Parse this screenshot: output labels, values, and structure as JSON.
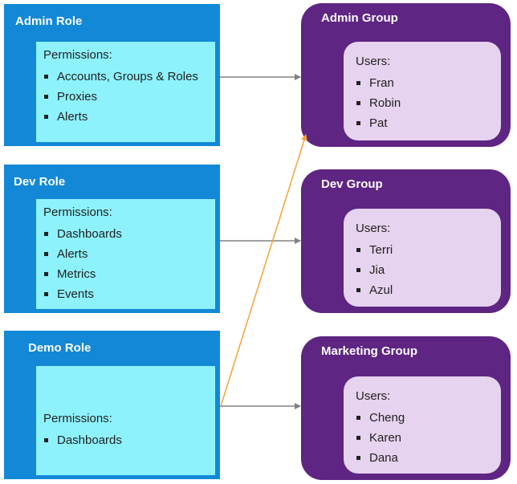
{
  "roles": [
    {
      "title": "Admin Role",
      "permissions_label": "Permissions:",
      "permissions": [
        "Accounts, Groups & Roles",
        "Proxies",
        "Alerts"
      ]
    },
    {
      "title": "Dev Role",
      "permissions_label": "Permissions:",
      "permissions": [
        "Dashboards",
        "Alerts",
        "Metrics",
        "Events"
      ]
    },
    {
      "title": "Demo Role",
      "permissions_label": "Permissions:",
      "permissions": [
        "Dashboards"
      ]
    }
  ],
  "groups": [
    {
      "title": "Admin Group",
      "users_label": "Users:",
      "users": [
        "Fran",
        "Robin",
        "Pat"
      ]
    },
    {
      "title": "Dev Group",
      "users_label": "Users:",
      "users": [
        "Terri",
        "Jia",
        "Azul"
      ]
    },
    {
      "title": "Marketing Group",
      "users_label": "Users:",
      "users": [
        "Cheng",
        "Karen",
        "Dana"
      ]
    }
  ],
  "connections": [
    {
      "from": "Admin Role",
      "to": "Admin Group",
      "color": "#808080"
    },
    {
      "from": "Dev Role",
      "to": "Dev Group",
      "color": "#808080"
    },
    {
      "from": "Demo Role",
      "to": "Marketing Group",
      "color": "#808080"
    },
    {
      "from": "Demo Role",
      "to": "Admin Group",
      "color": "#f5a23a"
    }
  ],
  "colors": {
    "role_box": "#1288d6",
    "permissions_box": "#8df2fc",
    "group_box": "#5e2582",
    "users_box": "#e6d3ef"
  }
}
